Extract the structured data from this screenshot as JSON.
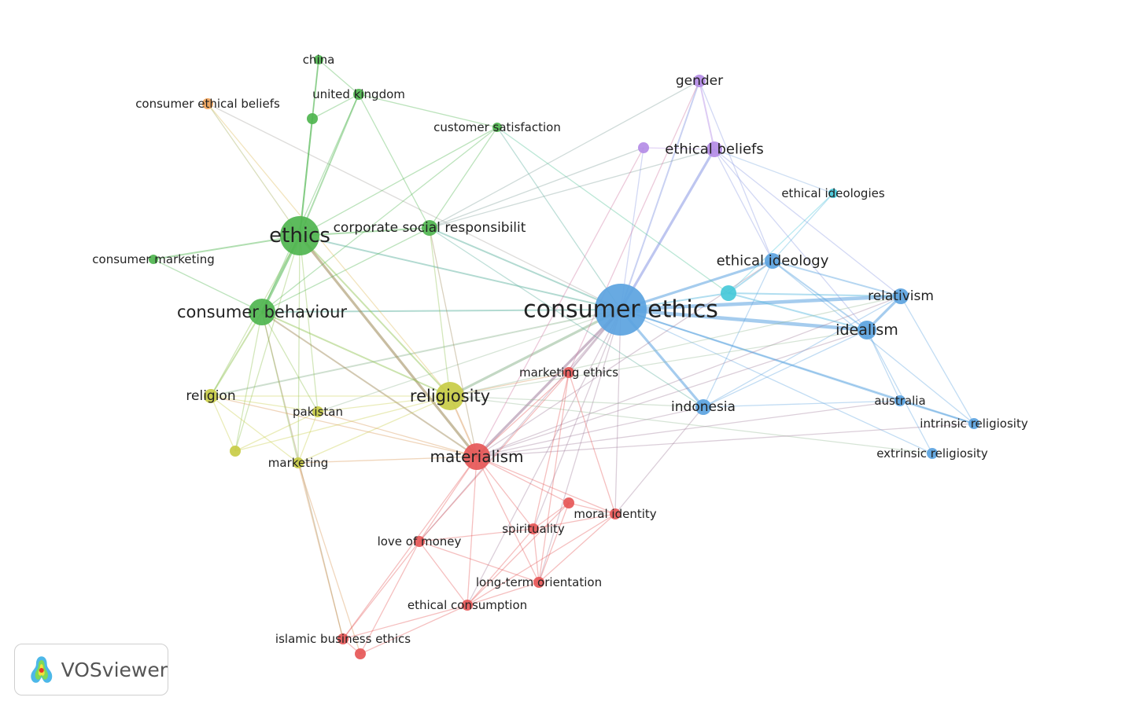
{
  "chart_data": {
    "type": "network",
    "nodes": [
      {
        "id": "consumer-ethics",
        "label": "consumer ethics",
        "cluster": "blue",
        "weight": 10
      },
      {
        "id": "ethical-ideology",
        "label": "ethical ideology",
        "cluster": "blue",
        "weight": 3
      },
      {
        "id": "relativism",
        "label": "relativism",
        "cluster": "blue",
        "weight": 3
      },
      {
        "id": "idealism",
        "label": "idealism",
        "cluster": "blue",
        "weight": 4
      },
      {
        "id": "indonesia",
        "label": "indonesia",
        "cluster": "blue",
        "weight": 3
      },
      {
        "id": "australia",
        "label": "australia",
        "cluster": "blue",
        "weight": 2
      },
      {
        "id": "intrinsic-religiosity",
        "label": "intrinsic religiosity",
        "cluster": "blue",
        "weight": 2
      },
      {
        "id": "extrinsic-religiosity",
        "label": "extrinsic religiosity",
        "cluster": "blue",
        "weight": 2
      },
      {
        "id": "ethics",
        "label": "ethics",
        "cluster": "green",
        "weight": 8
      },
      {
        "id": "consumer-behaviour",
        "label": "consumer behaviour",
        "cluster": "green",
        "weight": 6
      },
      {
        "id": "corporate-social-responsibility",
        "label": "corporate social responsibilit",
        "cluster": "green",
        "weight": 3
      },
      {
        "id": "consumer-marketing",
        "label": "consumer marketing",
        "cluster": "green",
        "weight": 2
      },
      {
        "id": "united-kingdom",
        "label": "united kingdom",
        "cluster": "green",
        "weight": 2
      },
      {
        "id": "china",
        "label": "china",
        "cluster": "green",
        "weight": 2
      },
      {
        "id": "customer-satisfaction",
        "label": "customer satisfaction",
        "cluster": "green",
        "weight": 2
      },
      {
        "id": "green-unlabeled",
        "label": "",
        "cluster": "green",
        "weight": 2
      },
      {
        "id": "consumer-ethical-beliefs",
        "label": "consumer ethical beliefs",
        "cluster": "orange",
        "weight": 2
      },
      {
        "id": "gender",
        "label": "gender",
        "cluster": "purple",
        "weight": 2
      },
      {
        "id": "ethical-beliefs",
        "label": "ethical beliefs",
        "cluster": "purple",
        "weight": 3
      },
      {
        "id": "purple-unlabeled",
        "label": "",
        "cluster": "purple",
        "weight": 2
      },
      {
        "id": "ethical-ideologies",
        "label": "ethical ideologies",
        "cluster": "cyan",
        "weight": 2
      },
      {
        "id": "cyan-unlabeled",
        "label": "",
        "cluster": "cyan",
        "weight": 3
      },
      {
        "id": "religiosity",
        "label": "religiosity",
        "cluster": "yellow",
        "weight": 7
      },
      {
        "id": "religion",
        "label": "religion",
        "cluster": "yellow",
        "weight": 3
      },
      {
        "id": "pakistan",
        "label": "pakistan",
        "cluster": "yellow",
        "weight": 2
      },
      {
        "id": "marketing",
        "label": "marketing",
        "cluster": "yellow",
        "weight": 2
      },
      {
        "id": "yellow-unlabeled",
        "label": "",
        "cluster": "yellow",
        "weight": 2
      },
      {
        "id": "materialism",
        "label": "materialism",
        "cluster": "red",
        "weight": 7
      },
      {
        "id": "marketing-ethics",
        "label": "marketing ethics",
        "cluster": "red",
        "weight": 2
      },
      {
        "id": "moral-identity",
        "label": "moral identity",
        "cluster": "red",
        "weight": 2
      },
      {
        "id": "spirituality",
        "label": "spirituality",
        "cluster": "red",
        "weight": 2
      },
      {
        "id": "love-of-money",
        "label": "love of money",
        "cluster": "red",
        "weight": 2
      },
      {
        "id": "long-term-orientation",
        "label": "long-term orientation",
        "cluster": "red",
        "weight": 2
      },
      {
        "id": "ethical-consumption",
        "label": "ethical consumption",
        "cluster": "red",
        "weight": 2
      },
      {
        "id": "islamic-business-ethics",
        "label": "islamic business ethics",
        "cluster": "red",
        "weight": 2
      },
      {
        "id": "red-unlabeled-1",
        "label": "",
        "cluster": "red",
        "weight": 2
      },
      {
        "id": "red-unlabeled-2",
        "label": "",
        "cluster": "red",
        "weight": 2
      }
    ],
    "edges": [
      [
        "consumer-ethics",
        "ethical-ideology",
        3
      ],
      [
        "consumer-ethics",
        "relativism",
        4
      ],
      [
        "consumer-ethics",
        "idealism",
        4
      ],
      [
        "consumer-ethics",
        "indonesia",
        3
      ],
      [
        "consumer-ethics",
        "australia",
        2
      ],
      [
        "consumer-ethics",
        "intrinsic-religiosity",
        2
      ],
      [
        "consumer-ethics",
        "extrinsic-religiosity",
        1
      ],
      [
        "consumer-ethics",
        "ethics",
        2
      ],
      [
        "consumer-ethics",
        "consumer-behaviour",
        2
      ],
      [
        "consumer-ethics",
        "corporate-social-responsibility",
        2
      ],
      [
        "consumer-ethics",
        "ethical-beliefs",
        3
      ],
      [
        "consumer-ethics",
        "gender",
        2
      ],
      [
        "consumer-ethics",
        "purple-unlabeled",
        1
      ],
      [
        "consumer-ethics",
        "religiosity",
        3
      ],
      [
        "consumer-ethics",
        "materialism",
        3
      ],
      [
        "consumer-ethics",
        "marketing-ethics",
        2
      ],
      [
        "consumer-ethics",
        "religion",
        2
      ],
      [
        "consumer-ethics",
        "pakistan",
        1
      ],
      [
        "consumer-ethics",
        "customer-satisfaction",
        1
      ],
      [
        "consumer-ethics",
        "cyan-unlabeled",
        2
      ],
      [
        "consumer-ethics",
        "spirituality",
        1
      ],
      [
        "consumer-ethics",
        "long-term-orientation",
        1
      ],
      [
        "consumer-ethics",
        "moral-identity",
        1
      ],
      [
        "consumer-ethics",
        "ethical-consumption",
        1
      ],
      [
        "consumer-ethics",
        "love-of-money",
        1
      ],
      [
        "consumer-ethics",
        "consumer-ethical-beliefs",
        1
      ],
      [
        "ethical-ideology",
        "relativism",
        2
      ],
      [
        "ethical-ideology",
        "idealism",
        2
      ],
      [
        "ethical-ideology",
        "ethical-ideologies",
        1
      ],
      [
        "ethical-ideology",
        "cyan-unlabeled",
        2
      ],
      [
        "ethical-ideology",
        "indonesia",
        1
      ],
      [
        "ethical-ideology",
        "intrinsic-religiosity",
        1
      ],
      [
        "relativism",
        "idealism",
        3
      ],
      [
        "relativism",
        "cyan-unlabeled",
        2
      ],
      [
        "relativism",
        "indonesia",
        1
      ],
      [
        "relativism",
        "materialism",
        1
      ],
      [
        "relativism",
        "intrinsic-religiosity",
        1
      ],
      [
        "relativism",
        "ethical-beliefs",
        1
      ],
      [
        "idealism",
        "cyan-unlabeled",
        2
      ],
      [
        "idealism",
        "indonesia",
        1
      ],
      [
        "idealism",
        "materialism",
        1
      ],
      [
        "idealism",
        "australia",
        1
      ],
      [
        "idealism",
        "extrinsic-religiosity",
        1
      ],
      [
        "idealism",
        "ethical-beliefs",
        1
      ],
      [
        "australia",
        "intrinsic-religiosity",
        2
      ],
      [
        "indonesia",
        "australia",
        1
      ],
      [
        "indonesia",
        "religiosity",
        1
      ],
      [
        "indonesia",
        "materialism",
        1
      ],
      [
        "indonesia",
        "moral-identity",
        1
      ],
      [
        "extrinsic-religiosity",
        "religiosity",
        1
      ],
      [
        "ethical-beliefs",
        "gender",
        2
      ],
      [
        "ethical-beliefs",
        "purple-unlabeled",
        1
      ],
      [
        "ethical-beliefs",
        "ethical-ideology",
        1
      ],
      [
        "ethical-beliefs",
        "ethical-ideologies",
        1
      ],
      [
        "ethical-beliefs",
        "corporate-social-responsibility",
        1
      ],
      [
        "gender",
        "ethical-ideology",
        1
      ],
      [
        "gender",
        "corporate-social-responsibility",
        1
      ],
      [
        "gender",
        "marketing-ethics",
        1
      ],
      [
        "purple-unlabeled",
        "materialism",
        1
      ],
      [
        "ethical-ideologies",
        "cyan-unlabeled",
        1
      ],
      [
        "ethics",
        "consumer-behaviour",
        3
      ],
      [
        "ethics",
        "corporate-social-responsibility",
        2
      ],
      [
        "ethics",
        "consumer-marketing",
        2
      ],
      [
        "ethics",
        "united-kingdom",
        2
      ],
      [
        "ethics",
        "china",
        2
      ],
      [
        "ethics",
        "green-unlabeled",
        2
      ],
      [
        "ethics",
        "customer-satisfaction",
        1
      ],
      [
        "ethics",
        "religiosity",
        2
      ],
      [
        "ethics",
        "materialism",
        3
      ],
      [
        "ethics",
        "religion",
        1
      ],
      [
        "ethics",
        "marketing",
        1
      ],
      [
        "ethics",
        "pakistan",
        1
      ],
      [
        "ethics",
        "yellow-unlabeled",
        1
      ],
      [
        "consumer-behaviour",
        "religiosity",
        2
      ],
      [
        "consumer-behaviour",
        "religion",
        2
      ],
      [
        "consumer-behaviour",
        "materialism",
        2
      ],
      [
        "consumer-behaviour",
        "marketing",
        1
      ],
      [
        "consumer-behaviour",
        "pakistan",
        1
      ],
      [
        "consumer-behaviour",
        "yellow-unlabeled",
        1
      ],
      [
        "consumer-behaviour",
        "corporate-social-responsibility",
        1
      ],
      [
        "consumer-behaviour",
        "united-kingdom",
        1
      ],
      [
        "consumer-behaviour",
        "consumer-marketing",
        1
      ],
      [
        "consumer-behaviour",
        "customer-satisfaction",
        1
      ],
      [
        "consumer-behaviour",
        "islamic-business-ethics",
        1
      ],
      [
        "united-kingdom",
        "china",
        1
      ],
      [
        "united-kingdom",
        "green-unlabeled",
        1
      ],
      [
        "united-kingdom",
        "customer-satisfaction",
        1
      ],
      [
        "united-kingdom",
        "corporate-social-responsibility",
        1
      ],
      [
        "china",
        "green-unlabeled",
        1
      ],
      [
        "customer-satisfaction",
        "corporate-social-responsibility",
        1
      ],
      [
        "customer-satisfaction",
        "cyan-unlabeled",
        1
      ],
      [
        "consumer-ethical-beliefs",
        "religiosity",
        1
      ],
      [
        "consumer-ethical-beliefs",
        "ethics",
        1
      ],
      [
        "corporate-social-responsibility",
        "religiosity",
        1
      ],
      [
        "corporate-social-responsibility",
        "materialism",
        1
      ],
      [
        "corporate-social-responsibility",
        "indonesia",
        1
      ],
      [
        "corporate-social-responsibility",
        "purple-unlabeled",
        1
      ],
      [
        "religiosity",
        "materialism",
        2
      ],
      [
        "religiosity",
        "religion",
        1
      ],
      [
        "religiosity",
        "pakistan",
        1
      ],
      [
        "religiosity",
        "marketing",
        1
      ],
      [
        "religiosity",
        "yellow-unlabeled",
        1
      ],
      [
        "religiosity",
        "marketing-ethics",
        1
      ],
      [
        "religiosity",
        "relativism",
        1
      ],
      [
        "religiosity",
        "idealism",
        1
      ],
      [
        "religion",
        "pakistan",
        1
      ],
      [
        "religion",
        "yellow-unlabeled",
        1
      ],
      [
        "religion",
        "marketing",
        1
      ],
      [
        "religion",
        "materialism",
        1
      ],
      [
        "pakistan",
        "marketing",
        1
      ],
      [
        "pakistan",
        "yellow-unlabeled",
        1
      ],
      [
        "pakistan",
        "materialism",
        1
      ],
      [
        "marketing",
        "materialism",
        1
      ],
      [
        "marketing",
        "islamic-business-ethics",
        1
      ],
      [
        "marketing",
        "red-unlabeled-2",
        1
      ],
      [
        "materialism",
        "love-of-money",
        1
      ],
      [
        "materialism",
        "spirituality",
        1
      ],
      [
        "materialism",
        "ethical-consumption",
        1
      ],
      [
        "materialism",
        "islamic-business-ethics",
        1
      ],
      [
        "materialism",
        "long-term-orientation",
        1
      ],
      [
        "materialism",
        "marketing-ethics",
        1
      ],
      [
        "materialism",
        "moral-identity",
        1
      ],
      [
        "materialism",
        "red-unlabeled-1",
        1
      ],
      [
        "materialism",
        "intrinsic-religiosity",
        1
      ],
      [
        "materialism",
        "australia",
        1
      ],
      [
        "materialism",
        "ethical-ideology",
        1
      ],
      [
        "love-of-money",
        "spirituality",
        1
      ],
      [
        "love-of-money",
        "ethical-consumption",
        1
      ],
      [
        "love-of-money",
        "long-term-orientation",
        1
      ],
      [
        "love-of-money",
        "islamic-business-ethics",
        1
      ],
      [
        "love-of-money",
        "red-unlabeled-2",
        1
      ],
      [
        "love-of-money",
        "marketing-ethics",
        1
      ],
      [
        "spirituality",
        "long-term-orientation",
        1
      ],
      [
        "spirituality",
        "moral-identity",
        1
      ],
      [
        "spirituality",
        "ethical-consumption",
        1
      ],
      [
        "spirituality",
        "red-unlabeled-1",
        1
      ],
      [
        "marketing-ethics",
        "spirituality",
        1
      ],
      [
        "marketing-ethics",
        "long-term-orientation",
        1
      ],
      [
        "marketing-ethics",
        "moral-identity",
        1
      ],
      [
        "moral-identity",
        "long-term-orientation",
        1
      ],
      [
        "moral-identity",
        "ethical-consumption",
        1
      ],
      [
        "long-term-orientation",
        "ethical-consumption",
        1
      ],
      [
        "long-term-orientation",
        "red-unlabeled-1",
        1
      ],
      [
        "ethical-consumption",
        "islamic-business-ethics",
        1
      ],
      [
        "ethical-consumption",
        "red-unlabeled-2",
        1
      ],
      [
        "islamic-business-ethics",
        "red-unlabeled-2",
        1
      ],
      [
        "red-unlabeled-1",
        "ethical-consumption",
        1
      ],
      [
        "red-unlabeled-1",
        "moral-identity",
        1
      ]
    ]
  },
  "cluster_colors": {
    "blue": "#5ba3e0",
    "green": "#4fb54f",
    "orange": "#f0a35a",
    "purple": "#b48ce6",
    "cyan": "#47c9d9",
    "yellow": "#c8cc47",
    "red": "#e65757"
  },
  "logo": {
    "text": "VOSviewer",
    "icon": "vosviewer-logo-icon"
  }
}
